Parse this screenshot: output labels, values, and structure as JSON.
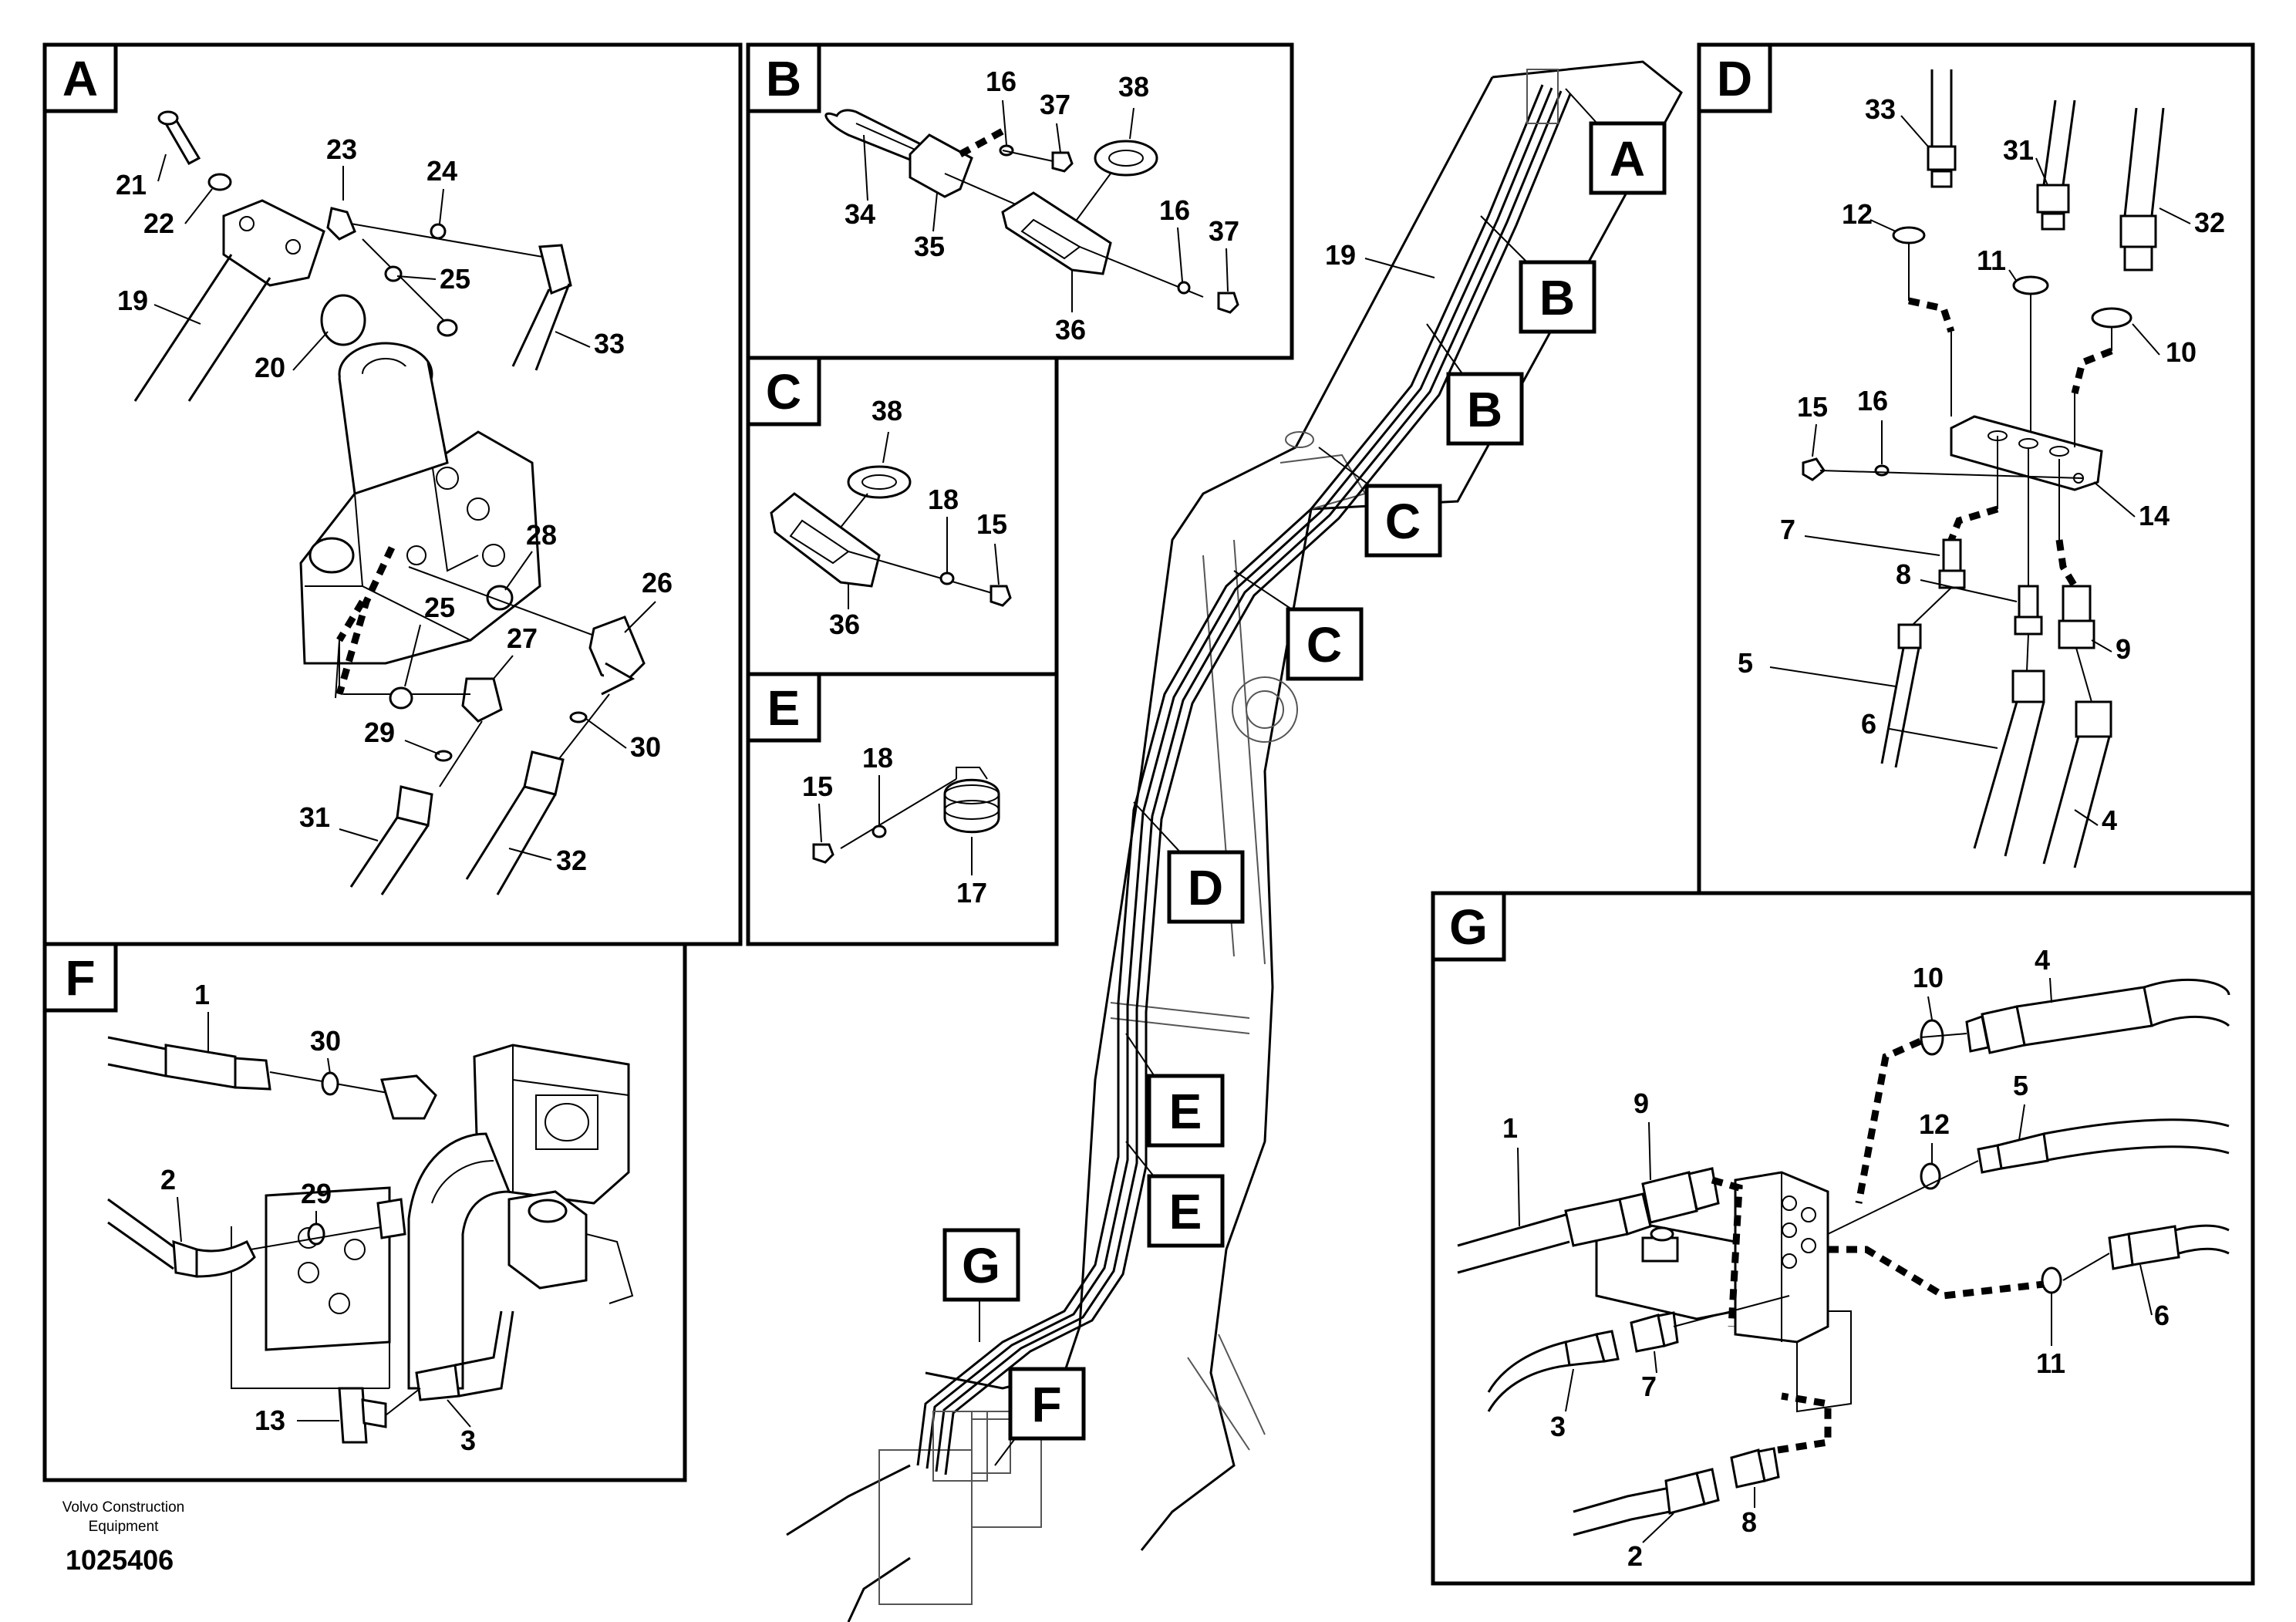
{
  "panels": {
    "A": {
      "letter": "A",
      "labels": [
        "21",
        "22",
        "23",
        "24",
        "19",
        "25",
        "33",
        "20",
        "28",
        "26",
        "25",
        "27",
        "29",
        "30",
        "31",
        "32"
      ]
    },
    "B": {
      "letter": "B",
      "labels": [
        "16",
        "37",
        "38",
        "34",
        "35",
        "16",
        "37",
        "36"
      ]
    },
    "C": {
      "letter": "C",
      "labels": [
        "38",
        "18",
        "15",
        "36"
      ]
    },
    "D": {
      "letter": "D",
      "labels": [
        "33",
        "31",
        "12",
        "32",
        "11",
        "10",
        "15",
        "16",
        "14",
        "7",
        "8",
        "9",
        "5",
        "6",
        "4"
      ]
    },
    "E": {
      "letter": "E",
      "labels": [
        "18",
        "15",
        "17"
      ]
    },
    "F": {
      "letter": "F",
      "labels": [
        "1",
        "30",
        "2",
        "29",
        "13",
        "3"
      ]
    },
    "G": {
      "letter": "G",
      "labels": [
        "4",
        "10",
        "9",
        "1",
        "5",
        "12",
        "6",
        "11",
        "3",
        "7",
        "8",
        "2"
      ]
    }
  },
  "callouts": [
    "A",
    "B",
    "B",
    "C",
    "C",
    "D",
    "E",
    "E",
    "G",
    "F"
  ],
  "main_labels": [
    "19"
  ],
  "footer": {
    "company_line1": "Volvo Construction",
    "company_line2": "Equipment",
    "drawing_number": "1025406"
  }
}
